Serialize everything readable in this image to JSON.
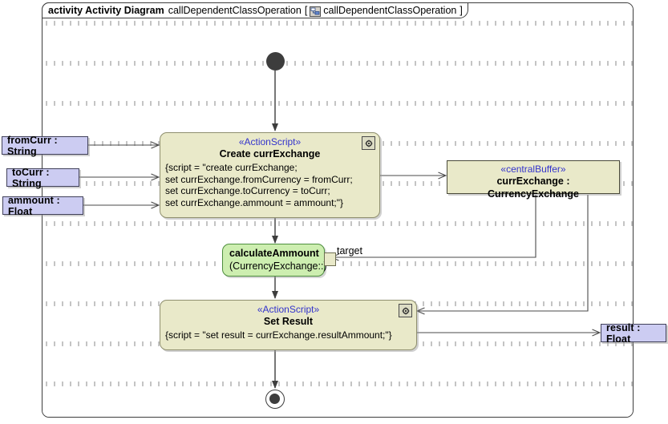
{
  "frame": {
    "kind": "activity Activity Diagram",
    "name": "callDependentClassOperation",
    "bracket_open": "[",
    "icon": "activity-diagram-icon",
    "context": "callDependentClassOperation",
    "bracket_close": "]"
  },
  "nodes": {
    "initial": {
      "name": "initial-node"
    },
    "final": {
      "name": "activity-final-node"
    },
    "create_action": {
      "stereotype": "«ActionScript»",
      "title": "Create currExchange",
      "script": "{script = \"create currExchange;\nset currExchange.fromCurrency = fromCurr;\nset currExchange.toCurrency = toCurr;\nset currExchange.ammount = ammount;\"}",
      "badge": "gear-icon"
    },
    "set_result_action": {
      "stereotype": "«ActionScript»",
      "title": "Set Result",
      "script": "{script = \"set result = currExchange.resultAmmount;\"}",
      "badge": "gear-icon"
    },
    "central_buffer": {
      "stereotype": "«centralBuffer»",
      "title": "currExchange : CurrencyExchange"
    },
    "calculate": {
      "title": "calculateAmmount",
      "subtitle": "(CurrencyExchange::)",
      "pin_label": "target"
    }
  },
  "parameters": {
    "inputs": [
      {
        "label": "fromCurr : String"
      },
      {
        "label": "toCurr : String"
      },
      {
        "label": "ammount : Float"
      }
    ],
    "outputs": [
      {
        "label": "result : Float"
      }
    ]
  },
  "colors": {
    "action_fill": "#e9e9c9",
    "action_stroke": "#8f8f6e",
    "stereotype_text": "#3333cc",
    "parameter_fill": "#ccccf2",
    "parameter_stroke": "#41415a",
    "green_fill": "#cdeeb0",
    "green_stroke": "#4e8f3e",
    "edge": "#4a4a4a",
    "frame_stroke": "#3d3d3d"
  }
}
